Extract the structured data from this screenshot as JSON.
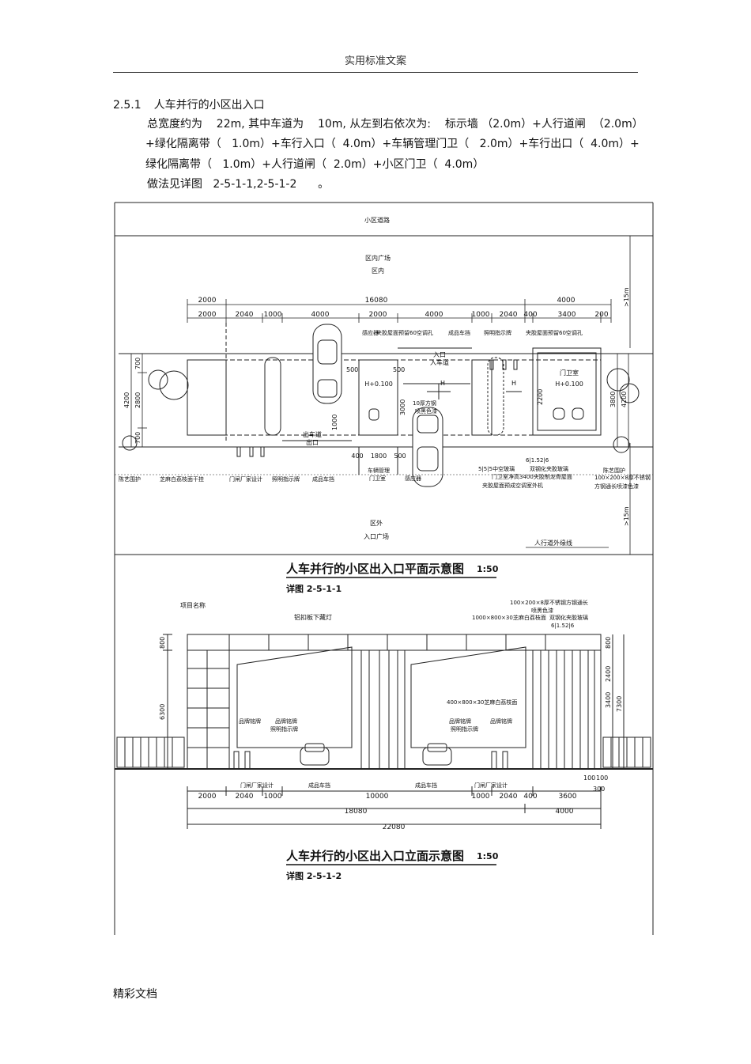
{
  "header": {
    "title": "实用标准文案"
  },
  "section": {
    "number": "2.5.1",
    "title": "人车并行的小区出入口"
  },
  "paragraph": {
    "line1": "总宽度约为    22m, 其中车道为    10m, 从左到右依次为:    标示墙 （2.0m）+人行道闸  （2.0m）",
    "line2": "+绿化隔离带（   1.0m）+车行入口（  4.0m）+车辆管理门卫（   2.0m）+车行出口（  4.0m）+",
    "line3": "绿化隔离带（   1.0m）+人行道闸（  2.0m）+小区门卫（  4.0m）",
    "line4": "做法见详图   2-5-1-1,2-5-1-2      。"
  },
  "plan": {
    "road_top": "小区道路",
    "plaza_in_1": "区内广场",
    "plaza_in_2": "区内",
    "plaza_out_1": "区外",
    "plaza_out_2": "入口广场",
    "sidewalk": "人行道外缘线",
    "dim_side": ">15m",
    "dim_side_bottom": ">15m",
    "dims_row1": [
      "2000",
      "16080",
      "4000"
    ],
    "dims_row2": [
      "2000",
      "2040",
      "1000",
      "4000",
      "2000",
      "4000",
      "1000",
      "2040",
      "400",
      "3400",
      "200"
    ],
    "dims_left": [
      "700",
      "4200",
      "2800",
      "700"
    ],
    "dims_right": [
      "3800",
      "4200",
      "2200"
    ],
    "labels_top": [
      "感应器",
      "夹胶屋面预留60空调孔",
      "成品车挡",
      "照明指示牌",
      "夹胶屋面预留60空调孔"
    ],
    "entry_label_1": "入口",
    "entry_label_2": "入车道",
    "exit_label_1": "出车道",
    "exit_label_2": "出口",
    "guard_room": "门卫室",
    "guard_elev": "H+0.100",
    "booth_elev": "H+0.100",
    "h_marks": [
      "H",
      "H"
    ],
    "dims_booth": [
      "400",
      "1800",
      "500"
    ],
    "booth_side_dims": [
      "500",
      "500",
      "3000",
      "1000"
    ],
    "labels_bottom": [
      "陈艺围护",
      "芝麻白荔枝面干挂",
      "门闸厂家设计",
      "照明指示牌",
      "成品车挡",
      "车辆管理",
      "门卫室",
      "感应器",
      "陈艺围护"
    ],
    "labels_right": [
      "6|1.52|6",
      "5|5|5中空玻璃",
      "双钢化夹胶玻璃",
      "门卫室净高3400夹胶制龙骨屋面",
      "100×200×8厚不锈钢",
      "夹胶屋面预成空调室外机",
      "方钢通长喷漆色漆"
    ],
    "glass_note": "5|5|5中空玻璃",
    "roof_note": "10厚方钢",
    "roof_note2": "喷黑色漆",
    "title": "人车并行的小区出入口平面示意图",
    "scale": "1:50",
    "detail": "详图 2-5-1-1"
  },
  "elevation": {
    "project_name": "项目名称",
    "lamp": "铝扣板下藏灯",
    "top_notes": [
      "100×200×8厚不锈钢方钢通长",
      "喷黑色漆",
      "1000×800×30芝麻白荔枝面",
      "双钢化夹胶玻璃",
      "6|1.52|6"
    ],
    "panel_note": "400×800×30芝麻白荔枝面",
    "brand_labels": [
      "品牌铭牌",
      "品牌铭牌",
      "照明指示牌",
      "品牌铭牌",
      "品牌铭牌",
      "照明指示牌"
    ],
    "dims_left": [
      "800",
      "6300"
    ],
    "dims_right": [
      "800",
      "2400",
      "3400",
      "7300"
    ],
    "ground_labels": [
      "门闸厂家设计",
      "成品车挡",
      "成品车挡",
      "门闸厂家设计"
    ],
    "right_small": [
      "100",
      "100",
      "300"
    ],
    "dims_row1": [
      "2000",
      "2040",
      "1000",
      "10000",
      "1000",
      "2040",
      "400",
      "3600"
    ],
    "dims_row2": [
      "18080",
      "4000"
    ],
    "dims_row3": "22080",
    "title": "人车并行的小区出入口立面示意图",
    "scale": "1:50",
    "detail": "详图 2-5-1-2"
  },
  "footer": {
    "text": "精彩文档"
  }
}
